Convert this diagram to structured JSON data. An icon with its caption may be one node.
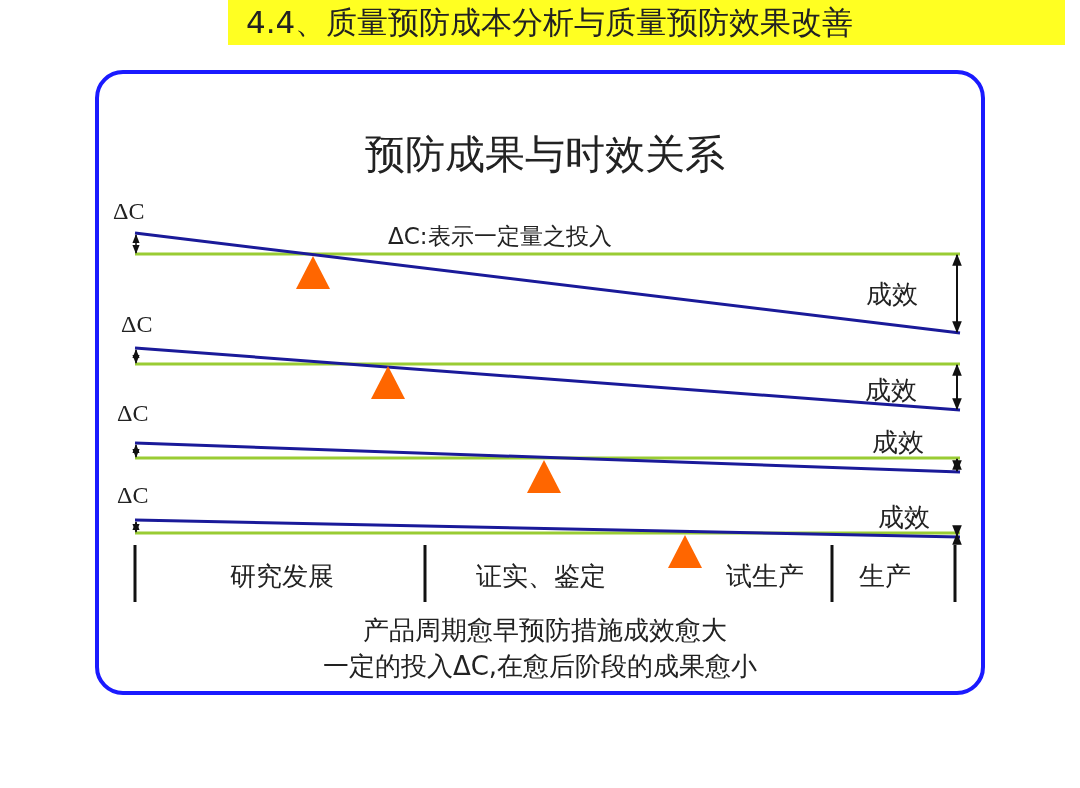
{
  "diagram": {
    "title": "4.4、质量预防成本分析与质量预防效果改善",
    "labels": [
      "预防成果与时效关系",
      "ΔC",
      "ΔC:表示一定量之投入",
      "成效",
      "ΔC",
      "成效",
      "ΔC",
      "成效",
      "ΔC",
      "成效",
      "研究发展",
      "证实、鉴定",
      "试生产",
      "生产",
      "产品周期愈早预防措施成效愈大",
      "一定的投入ΔC,在愈后阶段的成果愈小"
    ]
  }
}
